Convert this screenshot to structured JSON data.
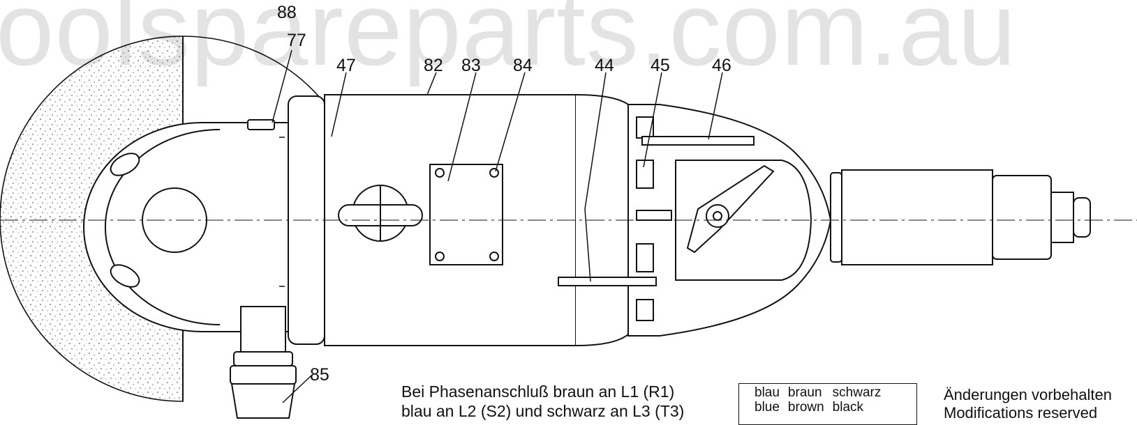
{
  "watermark": "oolspareparts.com.au",
  "callouts": {
    "c88": "88",
    "c77": "77",
    "c47": "47",
    "c82": "82",
    "c83": "83",
    "c84": "84",
    "c44": "44",
    "c45": "45",
    "c46": "46",
    "c85": "85"
  },
  "wiring_note": {
    "line1": "Bei Phasenanschluß braun an L1 (R1)",
    "line2": "blau an L2 (S2) und schwarz an L3 (T3)"
  },
  "color_table": {
    "german": [
      "blau",
      "braun",
      "schwarz"
    ],
    "english": [
      "blue",
      "brown",
      "black"
    ]
  },
  "modifications": {
    "line1": "Änderungen vorbehalten",
    "line2": "Modifications reserved"
  }
}
